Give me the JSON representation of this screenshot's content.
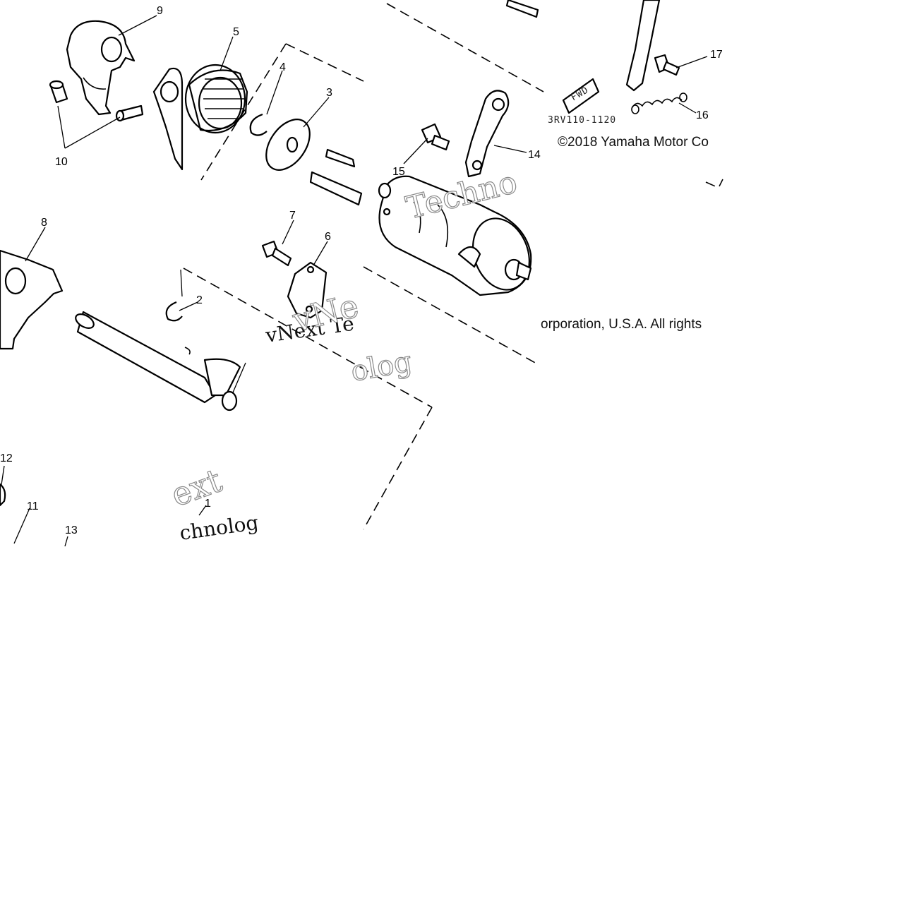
{
  "callouts": {
    "c1": "1",
    "c2": "2",
    "c3": "3",
    "c4": "4",
    "c5": "5",
    "c6": "6",
    "c7": "7",
    "c8": "8",
    "c9": "9",
    "c10": "10",
    "c11": "11",
    "c12": "12",
    "c13": "13",
    "c14": "14",
    "c15": "15",
    "c16": "16",
    "c17": "17"
  },
  "fwd_label": "FWD",
  "diagram_code": "3RV110-1120",
  "copyright_line1": "©2018 Yamaha Motor Co",
  "copyright_line2": "orporation, U.S.A. All rights",
  "watermark": {
    "text_a": "vNext Te",
    "text_b": "chnolog",
    "fragment_ext": "ext",
    "fragment_techno": "Techno",
    "fragment_vne": "vNe",
    "fragment_logo": "olog"
  }
}
